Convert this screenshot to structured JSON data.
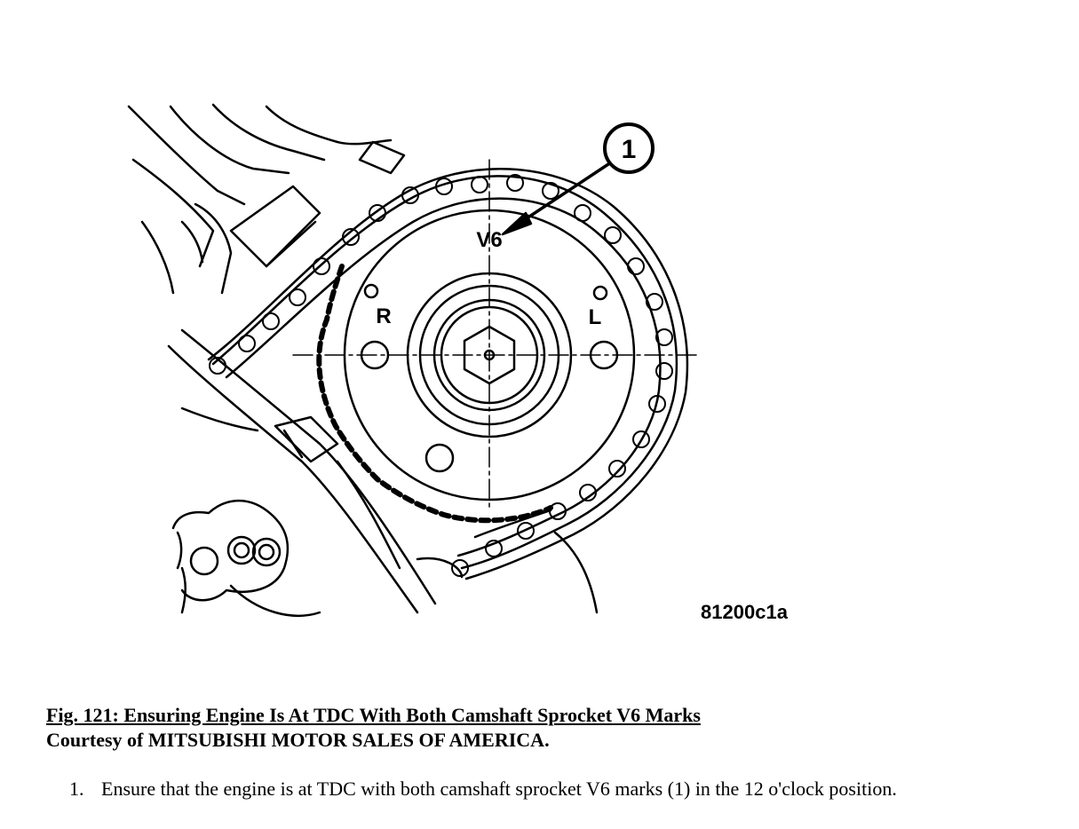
{
  "figure": {
    "callout_number": "1",
    "sprocket_mark": "V6",
    "right_mark": "R",
    "left_mark": "L",
    "drawing_id": "81200c1a"
  },
  "caption": {
    "title": "Fig. 121: Ensuring Engine Is At TDC With Both Camshaft Sprocket V6 Marks",
    "credit": "Courtesy of MITSUBISHI MOTOR SALES OF AMERICA."
  },
  "steps": [
    {
      "number": "1.",
      "text": "Ensure that the engine is at TDC with both camshaft sprocket V6 marks (1) in the 12 o'clock position."
    }
  ]
}
